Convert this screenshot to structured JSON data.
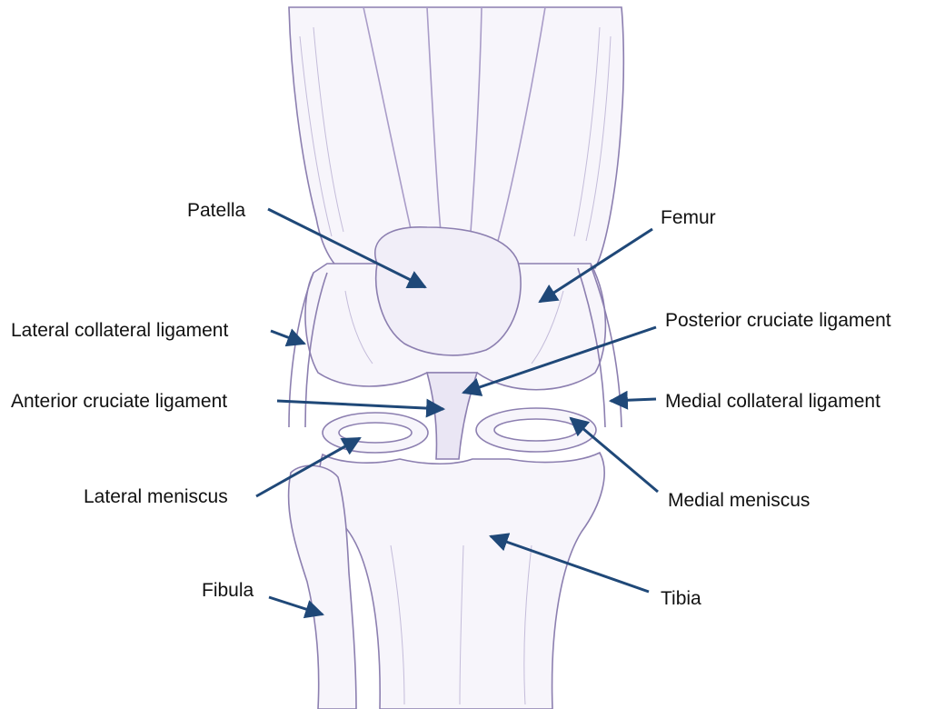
{
  "labels": {
    "patella": "Patella",
    "femur": "Femur",
    "lateral_collateral": "Lateral collateral ligament",
    "posterior_cruciate": "Posterior cruciate ligament",
    "anterior_cruciate": "Anterior cruciate ligament",
    "medial_collateral": "Medial collateral ligament",
    "lateral_meniscus": "Lateral meniscus",
    "medial_meniscus": "Medial meniscus",
    "fibula": "Fibula",
    "tibia": "Tibia"
  },
  "colors": {
    "sketch": "#8c7fb0",
    "sketch_light": "#c4bcda",
    "fill": "#f7f5fb",
    "arrow": "#1f4878",
    "text": "#111111"
  }
}
